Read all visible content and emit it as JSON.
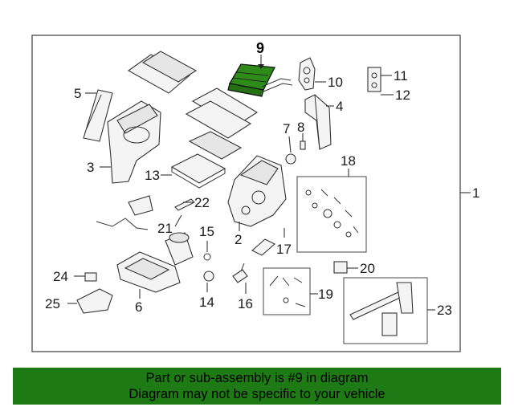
{
  "diagram": {
    "highlight_color": "#2e8b1a",
    "banner_color": "#1e7a14",
    "highlighted_part": "9",
    "callouts": [
      "1",
      "2",
      "3",
      "4",
      "5",
      "6",
      "7",
      "8",
      "9",
      "10",
      "11",
      "12",
      "13",
      "14",
      "15",
      "16",
      "17",
      "18",
      "19",
      "20",
      "21",
      "22",
      "23",
      "24",
      "25"
    ]
  },
  "banner": {
    "line1": "Part or sub-assembly is #9 in diagram",
    "line2": "Diagram may not be specific to your vehicle"
  }
}
